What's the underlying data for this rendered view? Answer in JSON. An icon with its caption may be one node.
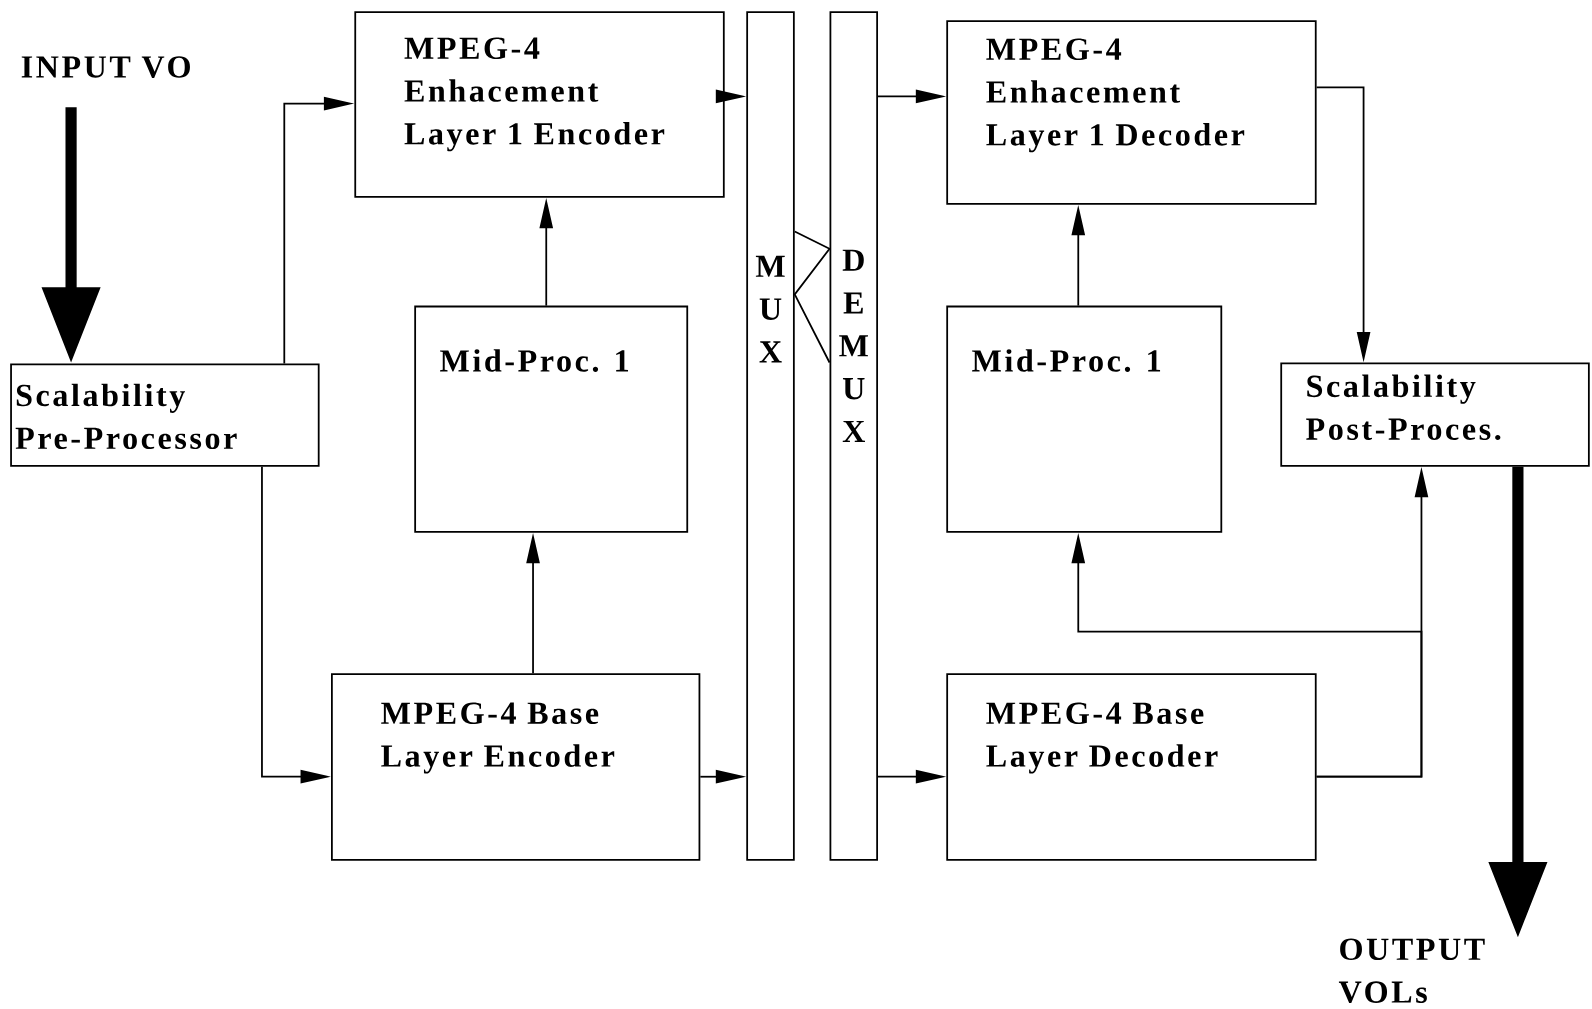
{
  "diagram": {
    "nodes": [
      {
        "text": [
          "INPUT VO"
        ]
      },
      {
        "text": [
          "Scalability Pre-Processor"
        ]
      },
      {
        "text": [
          "MPEG-4 Enhacement Layer 1 Encoder"
        ]
      },
      {
        "text": [
          "Mid-Proc. 1"
        ]
      },
      {
        "text": [
          "MPEG-4 Base Layer Encoder"
        ]
      },
      {
        "text": [
          "M U X"
        ]
      },
      {
        "text": [
          "D E M U X"
        ]
      },
      {
        "text": [
          "MPEG-4 Enhacement Layer 1 Decoder"
        ]
      },
      {
        "text": [
          "Mid-Proc. 1"
        ]
      },
      {
        "text": [
          "MPEG-4 Base Layer Decoder"
        ]
      },
      {
        "text": [
          "Scalability Post-Proces."
        ]
      },
      {
        "text": [
          "OUTPUT VOLs"
        ]
      }
    ],
    "edges": [
      {
        "from": 0,
        "to": 1,
        "arrow": "to",
        "style": "thick"
      },
      {
        "from": 1,
        "to": 2,
        "arrow": "to"
      },
      {
        "from": 1,
        "to": 4,
        "arrow": "to"
      },
      {
        "from": 2,
        "to": 5,
        "arrow": "to"
      },
      {
        "from": 4,
        "to": 3,
        "arrow": "to"
      },
      {
        "from": 3,
        "to": 2,
        "arrow": "to"
      },
      {
        "from": 4,
        "to": 5,
        "arrow": "to"
      },
      {
        "from": 5,
        "to": 6,
        "arrow": "none"
      },
      {
        "from": 6,
        "to": 7,
        "arrow": "to"
      },
      {
        "from": 6,
        "to": 9,
        "arrow": "to"
      },
      {
        "from": 8,
        "to": 7,
        "arrow": "to"
      },
      {
        "from": 9,
        "to": 8,
        "arrow": "to"
      },
      {
        "from": 9,
        "to": 10,
        "arrow": "to"
      },
      {
        "from": 7,
        "to": 10,
        "arrow": "to"
      },
      {
        "from": 10,
        "to": 11,
        "arrow": "to",
        "style": "thick"
      }
    ]
  }
}
